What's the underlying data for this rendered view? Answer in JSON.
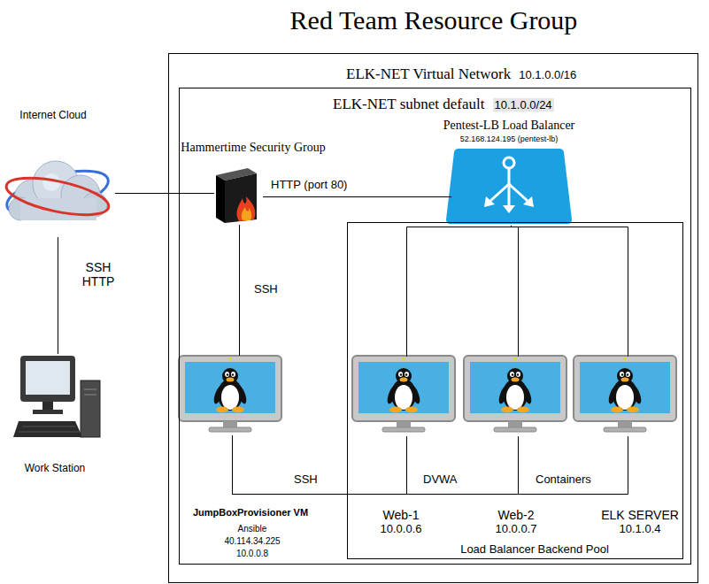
{
  "diagram": {
    "title": "Red Team Resource Group",
    "nodes": [
      {
        "text": [
          "ELK-NET Virtual Network",
          "10.1.0.0/16"
        ]
      },
      {
        "text": [
          "ELK-NET subnet default",
          "10.1.0.0/24"
        ],
        "in": 0
      },
      {
        "text": [
          "Internet Cloud"
        ]
      },
      {
        "text": [
          "Work Station"
        ]
      },
      {
        "text": [
          "Hammertime Security Group"
        ],
        "in": 1
      },
      {
        "text": [
          "Pentest-LB Load Balancer",
          "52.168.124.195 (pentest-lb)"
        ],
        "in": 1
      },
      {
        "text": [
          "JumpBoxProvisioner VM",
          "Ansible",
          "40.114.34.225",
          "10.0.0.8"
        ],
        "in": 1
      },
      {
        "text": [
          "Load Balancer Backend Pool"
        ],
        "in": 1
      },
      {
        "text": [
          "Web-1",
          "10.0.0.6"
        ],
        "in": 7
      },
      {
        "text": [
          "Web-2",
          "10.0.0.7"
        ],
        "in": 7
      },
      {
        "text": [
          "ELK SERVER",
          "10.1.0.4"
        ],
        "in": 7
      }
    ],
    "edges": [
      {
        "from": 2,
        "to": 4,
        "arrow": "none"
      },
      {
        "from": 2,
        "to": 3,
        "label": "SSH HTTP",
        "arrow": "none"
      },
      {
        "from": 4,
        "to": 5,
        "label": "HTTP (port 80)",
        "arrow": "none"
      },
      {
        "from": 4,
        "to": 6,
        "label": "SSH",
        "arrow": "none"
      },
      {
        "from": 5,
        "to": 8,
        "arrow": "none"
      },
      {
        "from": 5,
        "to": 9,
        "arrow": "none"
      },
      {
        "from": 5,
        "to": 10,
        "arrow": "none"
      },
      {
        "from": 6,
        "to": 8,
        "label": "SSH",
        "arrow": "none"
      },
      {
        "from": 6,
        "to": 9,
        "arrow": "none"
      },
      {
        "from": 6,
        "to": 10,
        "arrow": "none"
      }
    ],
    "labels": [
      "DVWA",
      "Containers"
    ]
  }
}
